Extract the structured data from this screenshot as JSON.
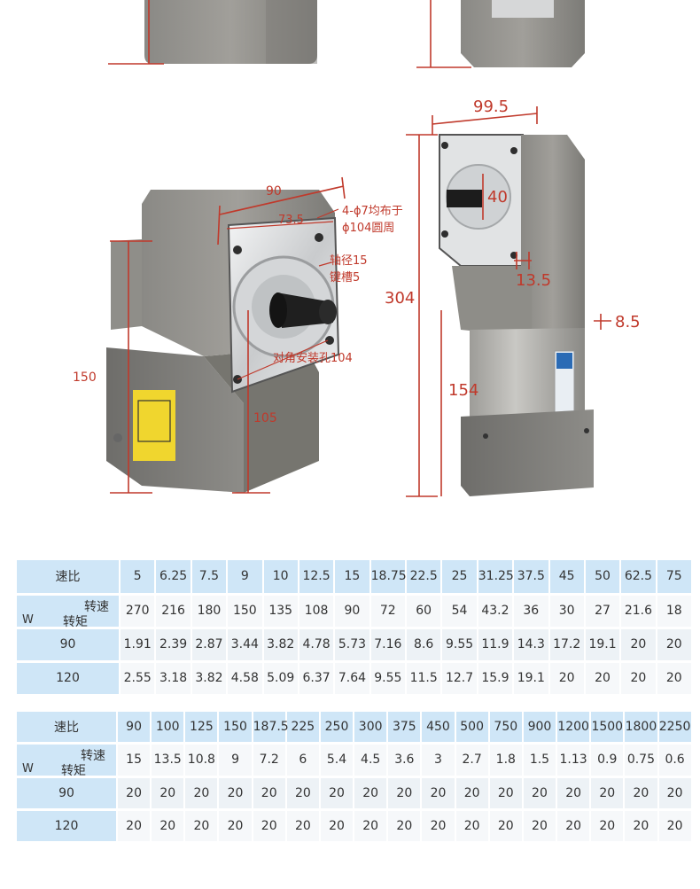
{
  "drawing": {
    "dims": {
      "front_width": "90",
      "flange_width": "73.5",
      "holes_note_1": "4-ϕ7均布于",
      "holes_note_2": "ϕ104圆周",
      "shaft_note_1": "轴径15",
      "shaft_note_2": "键槽5",
      "diag_note": "对角安装孔104",
      "front_height": "150",
      "shaft_height": "105",
      "side_width": "99.5",
      "shaft_dia": "40",
      "shaft_len": "13.5",
      "flange_thick": "8.5",
      "total_height": "304",
      "motor_height": "154"
    }
  },
  "table1": {
    "ratio_label": "速比",
    "speed_label": "转速",
    "torque_label": "转矩",
    "w_label": "W",
    "ratios": [
      "5",
      "6.25",
      "7.5",
      "9",
      "10",
      "12.5",
      "15",
      "18.75",
      "22.5",
      "25",
      "31.25",
      "37.5",
      "45",
      "50",
      "62.5",
      "75"
    ],
    "speeds": [
      "270",
      "216",
      "180",
      "150",
      "135",
      "108",
      "90",
      "72",
      "60",
      "54",
      "43.2",
      "36",
      "30",
      "27",
      "21.6",
      "18"
    ],
    "rows": [
      {
        "w": "90",
        "values": [
          "1.91",
          "2.39",
          "2.87",
          "3.44",
          "3.82",
          "4.78",
          "5.73",
          "7.16",
          "8.6",
          "9.55",
          "11.9",
          "14.3",
          "17.2",
          "19.1",
          "20",
          "20"
        ]
      },
      {
        "w": "120",
        "values": [
          "2.55",
          "3.18",
          "3.82",
          "4.58",
          "5.09",
          "6.37",
          "7.64",
          "9.55",
          "11.5",
          "12.7",
          "15.9",
          "19.1",
          "20",
          "20",
          "20",
          "20"
        ]
      }
    ]
  },
  "table2": {
    "ratio_label": "速比",
    "speed_label": "转速",
    "torque_label": "转矩",
    "w_label": "W",
    "ratios": [
      "90",
      "100",
      "125",
      "150",
      "187.5",
      "225",
      "250",
      "300",
      "375",
      "450",
      "500",
      "750",
      "900",
      "1200",
      "1500",
      "1800",
      "2250"
    ],
    "speeds": [
      "15",
      "13.5",
      "10.8",
      "9",
      "7.2",
      "6",
      "5.4",
      "4.5",
      "3.6",
      "3",
      "2.7",
      "1.8",
      "1.5",
      "1.13",
      "0.9",
      "0.75",
      "0.6"
    ],
    "rows": [
      {
        "w": "90",
        "values": [
          "20",
          "20",
          "20",
          "20",
          "20",
          "20",
          "20",
          "20",
          "20",
          "20",
          "20",
          "20",
          "20",
          "20",
          "20",
          "20",
          "20"
        ]
      },
      {
        "w": "120",
        "values": [
          "20",
          "20",
          "20",
          "20",
          "20",
          "20",
          "20",
          "20",
          "20",
          "20",
          "20",
          "20",
          "20",
          "20",
          "20",
          "20",
          "20"
        ]
      }
    ]
  },
  "colors": {
    "dimension": "#c0392b",
    "header_blue": "#cfe6f7",
    "body": "#8c8b87"
  }
}
